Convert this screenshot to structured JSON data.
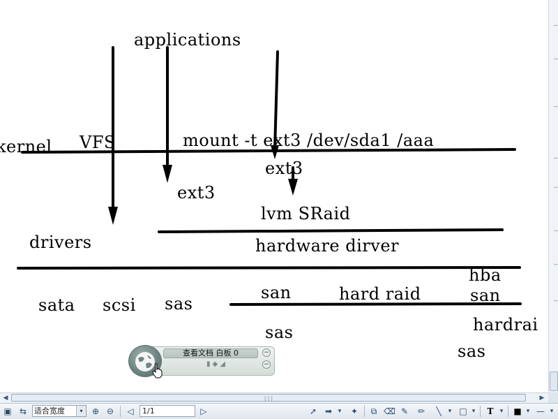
{
  "whiteboard": {
    "labels": {
      "kernel": "kernel",
      "vfs": "VFS",
      "applications": "applications",
      "mount_command": "mount -t ext3 /dev/sda1 /aaa",
      "ext3_upper": "ext3",
      "ext3_lower": "ext3",
      "lvm_sraid": "lvm SRaid",
      "drivers": "drivers",
      "hardware_driver": "hardware dirver",
      "hba": "hba",
      "sata": "sata",
      "scsi": "scsi",
      "sas_left": "sas",
      "san_mid": "san",
      "hard_raid": "hard raid",
      "san_right": "san",
      "sas_mid": "sas",
      "hardraid_right": "hardrai",
      "sas_right": "sas"
    }
  },
  "floating_panel": {
    "title": "查看文档 白板 0",
    "minimize_symbol": "−"
  },
  "toolbar": {
    "zoom_value": "适合宽度",
    "page_value": "1/1",
    "dropdown_glyph": "▾",
    "text_tool": "T"
  },
  "colors": {
    "ink": "#000000",
    "toolbar_bg": "#e6ecf2",
    "accent": "#2b4a6a"
  }
}
